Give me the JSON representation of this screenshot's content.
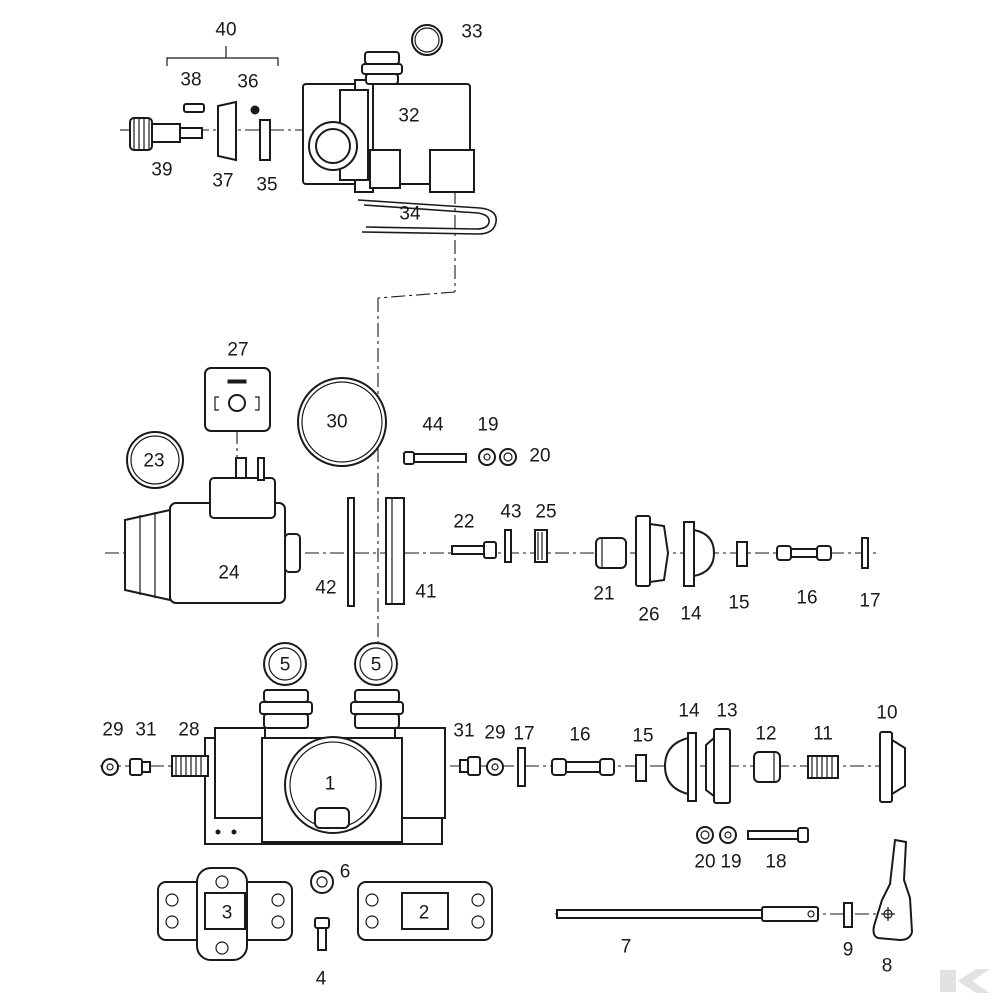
{
  "callouts": {
    "c1": "1",
    "c2": "2",
    "c3": "3",
    "c4": "4",
    "c5a": "5",
    "c5b": "5",
    "c6": "6",
    "c7": "7",
    "c8": "8",
    "c9": "9",
    "c10": "10",
    "c11": "11",
    "c12": "12",
    "c13": "13",
    "c14a": "14",
    "c14b": "14",
    "c15a": "15",
    "c15b": "15",
    "c16a": "16",
    "c16b": "16",
    "c17a": "17",
    "c17b": "17",
    "c18": "18",
    "c19a": "19",
    "c19b": "19",
    "c20a": "20",
    "c20b": "20",
    "c21": "21",
    "c22": "22",
    "c23": "23",
    "c24": "24",
    "c25": "25",
    "c26": "26",
    "c27": "27",
    "c28": "28",
    "c29a": "29",
    "c29b": "29",
    "c30": "30",
    "c31a": "31",
    "c31b": "31",
    "c32": "32",
    "c33": "33",
    "c34": "34",
    "c35": "35",
    "c36": "36",
    "c37": "37",
    "c38": "38",
    "c39": "39",
    "c40": "40",
    "c41": "41",
    "c42": "42",
    "c43": "43",
    "c44": "44"
  },
  "colors": {
    "ink": "#1a1a1a",
    "paper": "#ffffff",
    "watermark": "#e2e2e2"
  },
  "icons": {
    "watermark": "brand-logo-watermark"
  }
}
